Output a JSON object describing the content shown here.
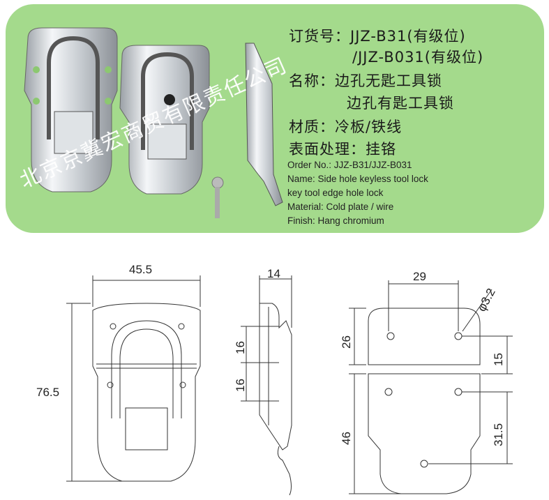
{
  "cn_spec": {
    "order_line1": "订货号：JJZ-B31(有级位)",
    "order_line2": "/JJZ-B031(有级位)",
    "name_line1": "名称：边孔无匙工具锁",
    "name_line2": "边孔有匙工具锁",
    "material": "材质：冷板/铁线",
    "finish": "表面处理：挂铬"
  },
  "en_spec": {
    "order": "Order No.: JJZ-B31/JJZ-B031",
    "name": "Name: Side hole keyless tool lock",
    "name2": "key tool edge hole lock",
    "material": "Material: Cold plate / wire",
    "finish": "Finish: Hang chromium"
  },
  "watermark": "北京京冀宏商贸有限责任公司",
  "dimensions": {
    "front_width": "45.5",
    "front_height": "76.5",
    "side_thickness": "14",
    "side_upper": "16",
    "side_lower": "16",
    "hole_spacing": "29",
    "hole_diameter": "φ3.2",
    "top_plate_height": "26",
    "top_hole_offset": "15",
    "bottom_plate_height": "46",
    "bottom_hole_offset": "31.5"
  },
  "colors": {
    "panel": "#a4da8c"
  }
}
